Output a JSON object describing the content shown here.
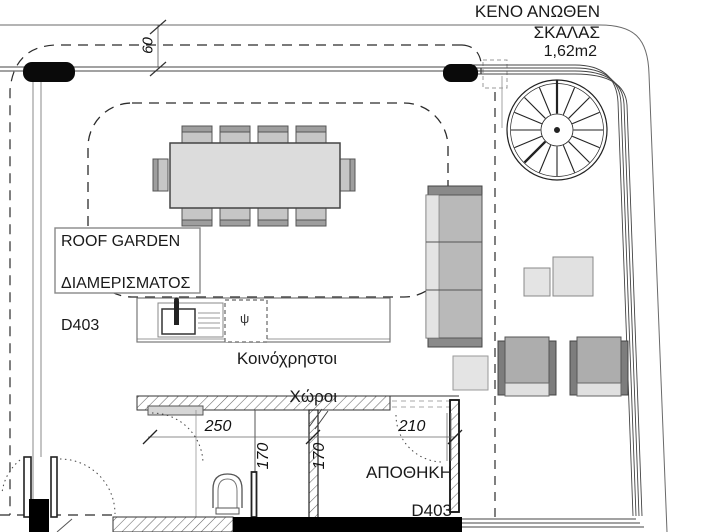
{
  "plan": {
    "stair_void": {
      "line1": "ΚΕΝΟ ΑΝΩΘΕΝ",
      "line2": "ΣΚΑΛΑΣ",
      "area": "1,62m2"
    },
    "roof_garden_box": {
      "line1": "ROOF GARDEN",
      "line2": "ΔΙΑΜΕΡΙΣΜΑΤΟΣ",
      "line3": "D403"
    },
    "common_areas": {
      "line1": "Κοινόχρηστοι",
      "line2": "Χώροι"
    },
    "storage_room": {
      "line1": "ΑΠΟΘΗΚΗ",
      "line2": "D403"
    },
    "appliance_symbol": "ψ",
    "dimensions": {
      "wall_offset": "60",
      "wc_width": "250",
      "storage_width": "210",
      "wc_depth": "170",
      "storage_depth": "170"
    },
    "colors": {
      "line": "#2b2b2b",
      "wall_black": "#000000",
      "furniture_light": "#dcdcdc",
      "furniture_mid": "#c0c0c0",
      "furniture_dark": "#8a8a8a",
      "background": "#ffffff"
    }
  }
}
